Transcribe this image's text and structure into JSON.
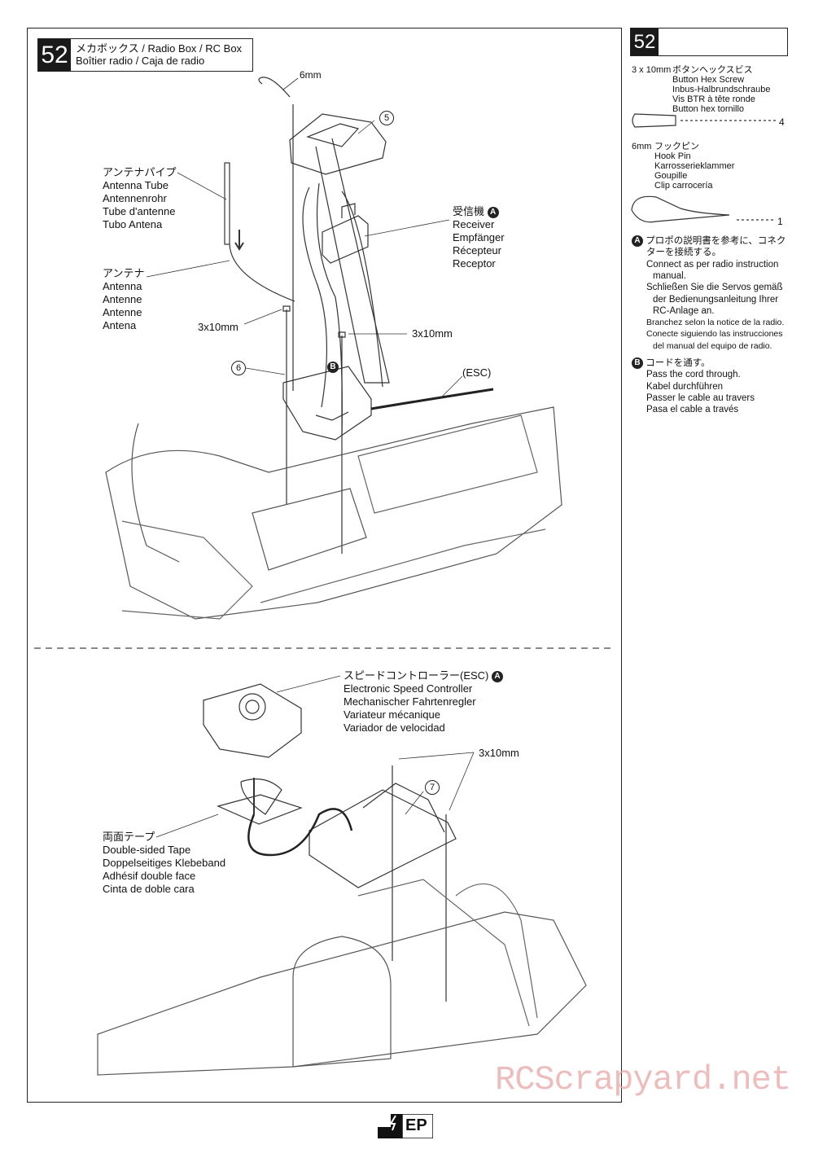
{
  "step": {
    "number": "52",
    "title_line1": "メカボックス / Radio Box / RC Box",
    "title_line2": "Boîtier radio / Caja de radio"
  },
  "labels": {
    "hook_pin_size": "6mm",
    "part5": "5",
    "part6": "6",
    "part7": "7",
    "antenna_tube": [
      "アンテナパイプ",
      "Antenna Tube",
      "Antennenrohr",
      "Tube d'antenne",
      "Tubo Antena"
    ],
    "antenna": [
      "アンテナ",
      "Antenna",
      "Antenne",
      "Antenne",
      "Antena"
    ],
    "receiver": [
      "受信機",
      "Receiver",
      "Empfänger",
      "Récepteur",
      "Receptor"
    ],
    "receiver_tag": "A",
    "screw_left": "3x10mm",
    "screw_right": "3x10mm",
    "cord_tag": "B",
    "esc_short": "(ESC)",
    "esc": [
      "スピードコントローラー(ESC)",
      "Electronic Speed Controller",
      "Mechanischer Fahrtenregler",
      "Variateur mécanique",
      "Variador de velocidad"
    ],
    "esc_tag": "A",
    "screw_lower": "3x10mm",
    "tape": [
      "両面テープ",
      "Double-sided Tape",
      "Doppelseitiges Klebeband",
      "Adhésif double face",
      "Cinta de doble cara"
    ]
  },
  "sidebar": {
    "number": "52",
    "screw": {
      "size": "3 x 10mm",
      "names": [
        "ボタンヘックスビス",
        "Button Hex Screw",
        "Inbus-Halbrundschraube",
        "Vis BTR à tête ronde",
        "Button hex tornillo"
      ],
      "qty": "4"
    },
    "pin": {
      "size": "6mm",
      "names": [
        "フックピン",
        "Hook Pin",
        "Karrosserieklammer",
        "Goupille",
        "Clip carrocería"
      ],
      "qty": "1"
    },
    "note_a": {
      "tag": "A",
      "lines": [
        "プロポの説明書を参考に、コネク",
        "ターを接続する。",
        "Connect as per radio instruction",
        "manual.",
        "Schließen Sie die Servos gemäß",
        "der Bedienungsanleitung Ihrer",
        "RC-Anlage an.",
        "Branchez selon la notice de la radio.",
        "Conecte siguiendo las instrucciones",
        "del manual del equipo de radio."
      ]
    },
    "note_b": {
      "tag": "B",
      "lines": [
        "コードを通す。",
        "Pass the cord through.",
        "Kabel durchführen",
        "Passer le cable au travers",
        "Pasa el cable a través"
      ]
    }
  },
  "footer": {
    "logo_text": "EP",
    "watermark": "RCScrapyard.net"
  }
}
